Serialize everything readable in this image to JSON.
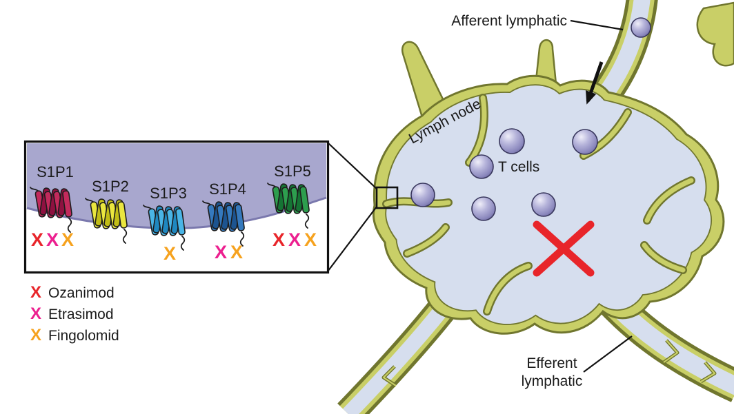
{
  "inset": {
    "membrane_color": "#a8a7ce",
    "receptors": [
      {
        "label": "S1P1",
        "color_front": "#c22a5c",
        "color_back": "#8e1140",
        "marks": [
          {
            "glyph": "X",
            "drug": "Ozanimod",
            "color": "#e8252a"
          },
          {
            "glyph": "X",
            "drug": "Etrasimod",
            "color": "#ec1f8f"
          },
          {
            "glyph": "X",
            "drug": "Fingolomid",
            "color": "#f6a21e"
          }
        ]
      },
      {
        "label": "S1P2",
        "color_front": "#eae63f",
        "color_back": "#c2bd17",
        "marks": []
      },
      {
        "label": "S1P3",
        "color_front": "#4ab5e6",
        "color_back": "#1f88c0",
        "marks": [
          {
            "glyph": "X",
            "drug": "Fingolomid",
            "color": "#f6a21e"
          }
        ]
      },
      {
        "label": "S1P4",
        "color_front": "#3579bd",
        "color_back": "#1c5490",
        "marks": [
          {
            "glyph": "X",
            "drug": "Etrasimod",
            "color": "#ec1f8f"
          },
          {
            "glyph": "X",
            "drug": "Fingolomid",
            "color": "#f6a21e"
          }
        ]
      },
      {
        "label": "S1P5",
        "color_front": "#2d9e4e",
        "color_back": "#157434",
        "marks": [
          {
            "glyph": "X",
            "drug": "Ozanimod",
            "color": "#e8252a"
          },
          {
            "glyph": "X",
            "drug": "Etrasimod",
            "color": "#ec1f8f"
          },
          {
            "glyph": "X",
            "drug": "Fingolomid",
            "color": "#f6a21e"
          }
        ]
      }
    ]
  },
  "legend": {
    "items": [
      {
        "glyph": "X",
        "name": "Ozanimod",
        "color": "#e8252a"
      },
      {
        "glyph": "X",
        "name": "Etrasimod",
        "color": "#ec1f8f"
      },
      {
        "glyph": "X",
        "name": "Fingolomid",
        "color": "#f6a21e"
      }
    ]
  },
  "node_diagram": {
    "afferent_label": "Afferent lymphatic",
    "lymph_node_label": "Lymph node",
    "t_cells_label": "T cells",
    "efferent_label_line1": "Efferent",
    "efferent_label_line2": "lymphatic",
    "capsule_color": "#c9cf67",
    "interior_color": "#d6deee",
    "t_cell_color": "#a9a7d4",
    "block_x_color": "#e8252a"
  }
}
